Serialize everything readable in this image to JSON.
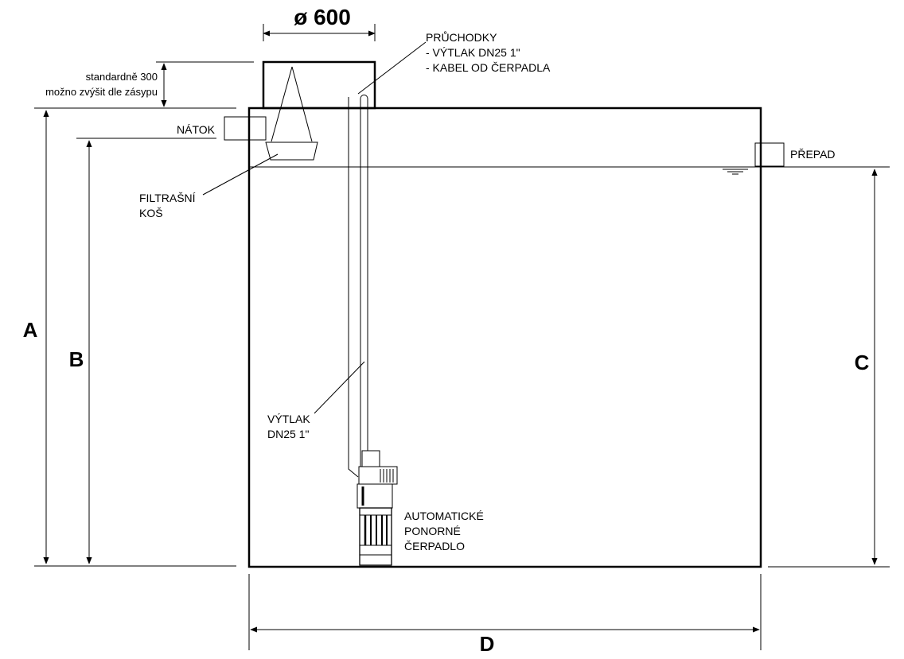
{
  "diameter_label": "ø 600",
  "riser_note": {
    "line1": "standardně 300",
    "line2": "možno zvýšit dle zásypu"
  },
  "inlet_label": "NÁTOK",
  "filter_label": {
    "line1": "FILTRAŠNÍ",
    "line2": "KOŠ"
  },
  "passages_label": {
    "line1": "PRŮCHODKY",
    "line2": "- VÝTLAK DN25 1\"",
    "line3": "- KABEL OD ČERPADLA"
  },
  "overflow_label": "PŘEPAD",
  "discharge_label": {
    "line1": "VÝTLAK",
    "line2": "DN25 1\""
  },
  "pump_label": {
    "line1": "AUTOMATICKÉ",
    "line2": "PONORNÉ",
    "line3": "ČERPADLO"
  },
  "dimensions": {
    "a": "A",
    "b": "B",
    "c": "C",
    "d": "D"
  }
}
